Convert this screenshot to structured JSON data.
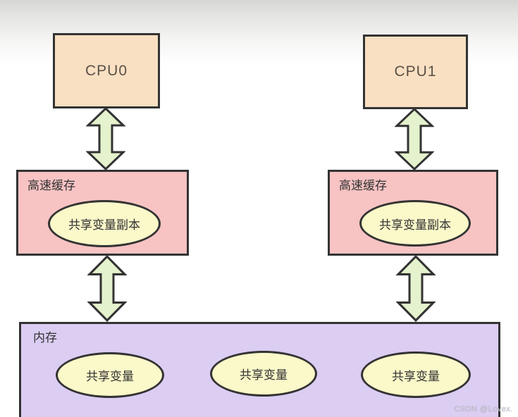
{
  "diagram": {
    "cpus": [
      {
        "label": "CPU0"
      },
      {
        "label": "CPU1"
      }
    ],
    "caches": [
      {
        "label": "高速缓存",
        "ellipse_label": "共享变量副本"
      },
      {
        "label": "高速缓存",
        "ellipse_label": "共享变量副本"
      }
    ],
    "memory": {
      "label": "内存",
      "ellipse_labels": [
        "共享变量",
        "共享变量",
        "共享变量"
      ]
    },
    "arrows": [
      {
        "name": "cpu0-cache0",
        "direction": "bidirectional"
      },
      {
        "name": "cpu1-cache1",
        "direction": "bidirectional"
      },
      {
        "name": "cache0-memory",
        "direction": "bidirectional"
      },
      {
        "name": "cache1-memory",
        "direction": "bidirectional"
      }
    ],
    "colors": {
      "cpu_fill": "#f9e0c2",
      "cache_fill": "#f7c3c3",
      "memory_fill": "#dccdf3",
      "ellipse_fill": "#fbf8c9",
      "arrow_fill": "#e4f2cd",
      "border": "#333333"
    }
  },
  "watermark": {
    "text": "CSDN @Lovex."
  }
}
